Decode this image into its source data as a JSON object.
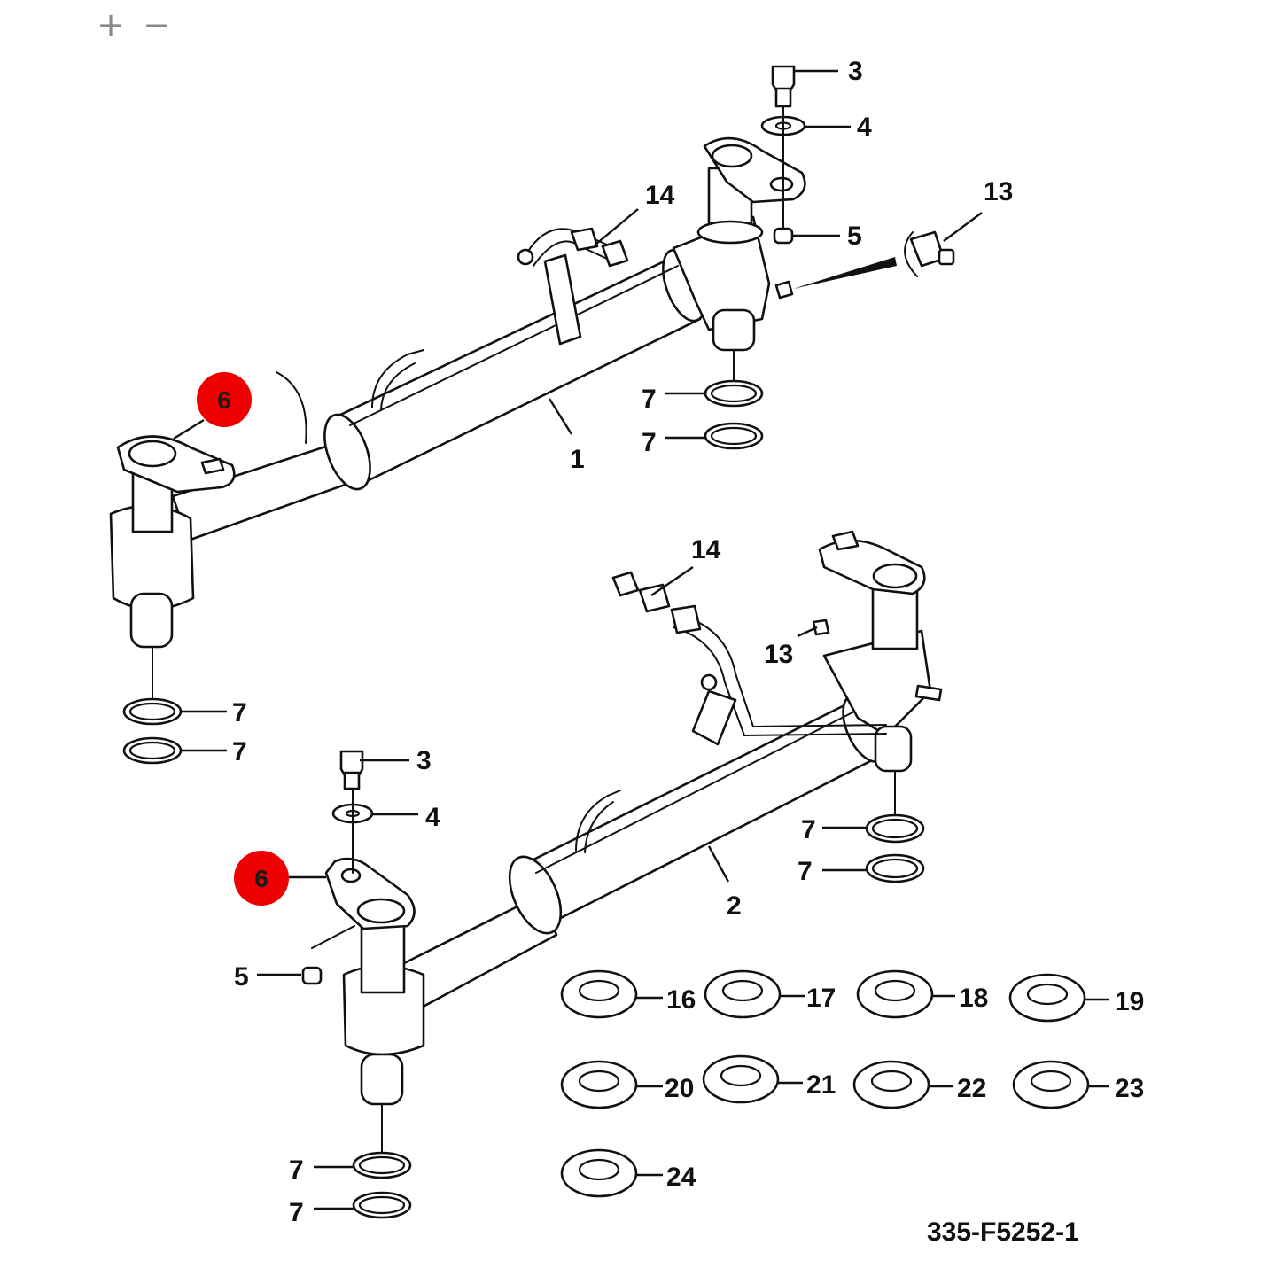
{
  "zoom": {
    "in_symbol": "+",
    "out_symbol": "−"
  },
  "drawing_number": "335-F5252-1",
  "hotspot_color": "#ee0000",
  "callouts": {
    "a1": "1",
    "a3": "3",
    "a4": "4",
    "a5": "5",
    "a6": "6",
    "a7_r1": "7",
    "a7_r2": "7",
    "a7_l1": "7",
    "a7_l2": "7",
    "a13": "13",
    "a14": "14",
    "b2": "2",
    "b3": "3",
    "b4": "4",
    "b5": "5",
    "b6": "6",
    "b7_r1": "7",
    "b7_r2": "7",
    "b7_l1": "7",
    "b7_l2": "7",
    "b13": "13",
    "b14": "14",
    "w16": "16",
    "w17": "17",
    "w18": "18",
    "w19": "19",
    "w20": "20",
    "w21": "21",
    "w22": "22",
    "w23": "23",
    "w24": "24"
  }
}
